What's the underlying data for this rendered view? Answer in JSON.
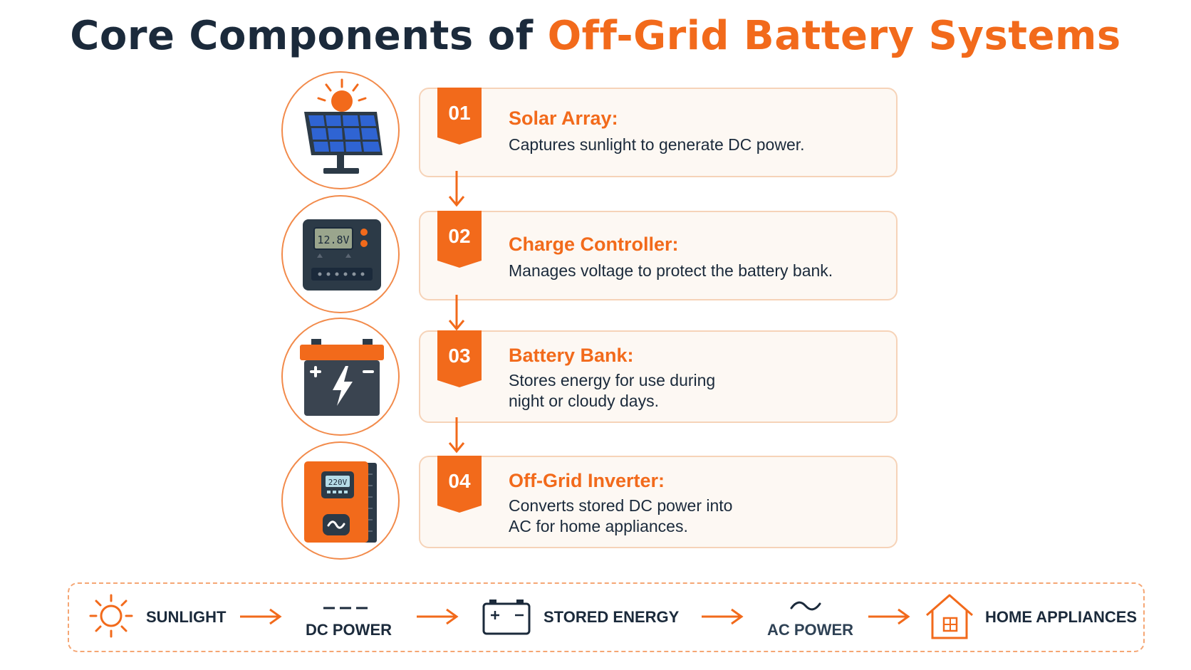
{
  "title": {
    "part1": "Core Components of ",
    "part2": "Off-Grid Battery Systems"
  },
  "colors": {
    "accent": "#f26a1b",
    "dark": "#1b2a3b",
    "card_bg": "#fdf8f3",
    "card_border": "#f6d3b8"
  },
  "steps": [
    {
      "number": "01",
      "title": "Solar Array:",
      "lines": [
        "Captures sunlight to generate DC power."
      ],
      "icon": "solar-panel-icon"
    },
    {
      "number": "02",
      "title": "Charge Controller:",
      "lines": [
        "Manages voltage to protect the battery bank."
      ],
      "icon": "charge-controller-icon",
      "display": "12.8V"
    },
    {
      "number": "03",
      "title": "Battery Bank:",
      "lines": [
        "Stores energy for use during",
        "night or cloudy days."
      ],
      "icon": "battery-icon"
    },
    {
      "number": "04",
      "title": "Off-Grid Inverter:",
      "lines": [
        "Converts stored DC power into",
        "AC for home appliances."
      ],
      "icon": "inverter-icon",
      "display": "220V"
    }
  ],
  "flow": [
    {
      "label": "SUNLIGHT",
      "icon": "sun-icon"
    },
    {
      "label": "DC POWER",
      "icon": "dc-symbol-icon"
    },
    {
      "label": "STORED ENERGY",
      "icon": "battery-outline-icon"
    },
    {
      "label": "AC POWER",
      "icon": "ac-wave-icon"
    },
    {
      "label": "HOME APPLIANCES",
      "icon": "house-icon"
    }
  ]
}
